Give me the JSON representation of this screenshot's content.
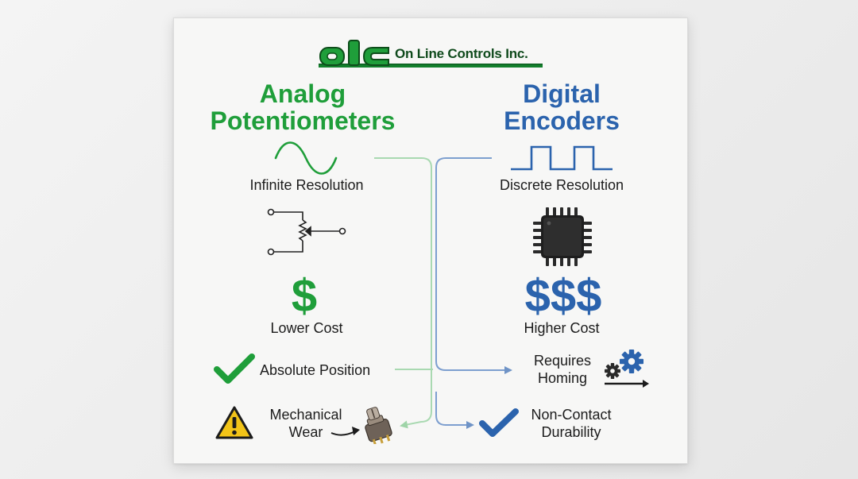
{
  "logo": {
    "mark": "olc",
    "company": "On Line Controls Inc."
  },
  "colors": {
    "analog_green": "#1f9e3a",
    "digital_blue": "#2b63ad",
    "warning_yellow": "#f2c418"
  },
  "analog": {
    "title_line1": "Analog",
    "title_line2": "Potentiometers",
    "resolution": "Infinite Resolution",
    "cost_symbol": "$",
    "cost": "Lower Cost",
    "position": "Absolute Position",
    "wear_line1": "Mechanical",
    "wear_line2": "Wear"
  },
  "digital": {
    "title_line1": "Digital",
    "title_line2": "Encoders",
    "resolution": "Discrete Resolution",
    "cost_symbol": "$$$",
    "cost": "Higher Cost",
    "homing_line1": "Requires",
    "homing_line2": "Homing",
    "durability_line1": "Non-Contact",
    "durability_line2": "Durability"
  },
  "icons": {
    "analog_resolution": "sine-wave-icon",
    "digital_resolution": "square-wave-icon",
    "analog_component": "potentiometer-schematic-icon",
    "digital_component": "microchip-icon",
    "position": "checkmark-icon",
    "homing": "gears-icon",
    "wear": "warning-icon",
    "wear_part": "potentiometer-knob-icon",
    "durability": "checkmark-icon"
  }
}
